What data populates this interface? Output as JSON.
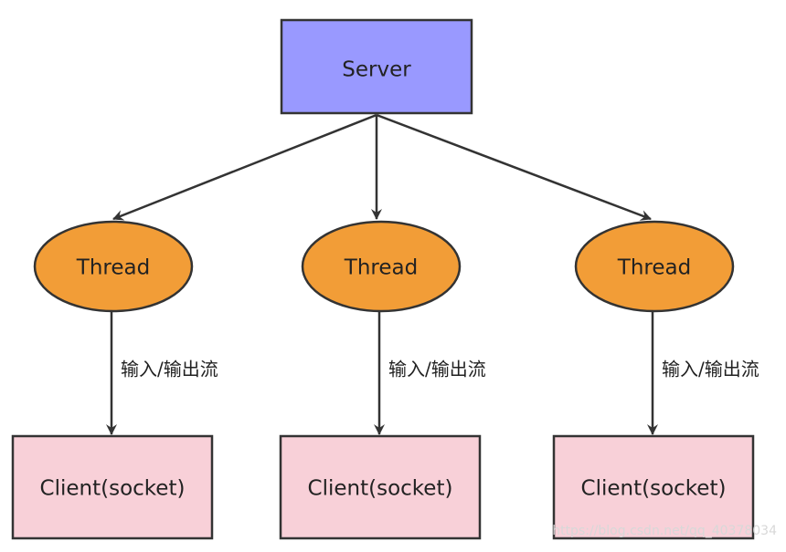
{
  "server": {
    "label": "Server",
    "fill": "#9999ff"
  },
  "threads": [
    {
      "label": "Thread"
    },
    {
      "label": "Thread"
    },
    {
      "label": "Thread"
    }
  ],
  "thread_fill": "#f29d37",
  "stream_labels": [
    {
      "label": "输入/输出流"
    },
    {
      "label": "输入/输出流"
    },
    {
      "label": "输入/输出流"
    }
  ],
  "clients": [
    {
      "label": "Client(socket)"
    },
    {
      "label": "Client(socket)"
    },
    {
      "label": "Client(socket)"
    }
  ],
  "client_fill": "#f8d0d8",
  "watermark": "https://blog.csdn.net/qq_40378034"
}
